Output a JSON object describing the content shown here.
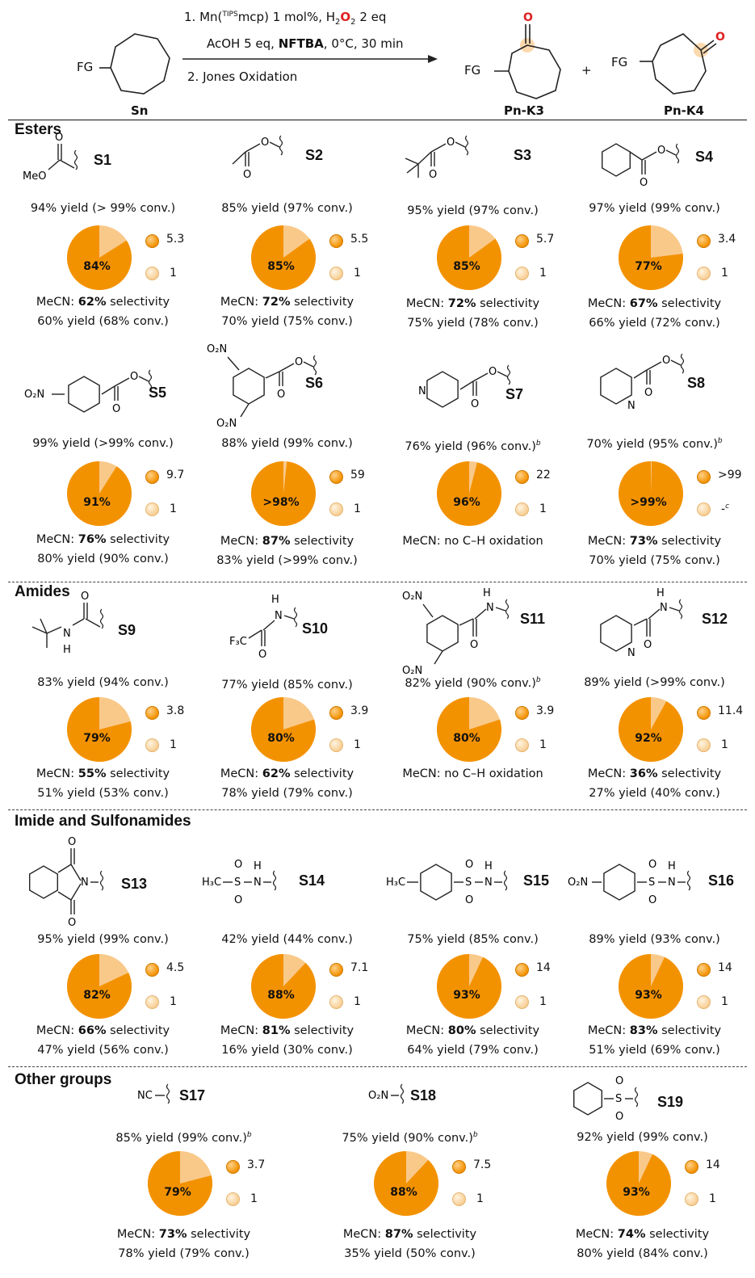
{
  "header": {
    "step1a": "1. Mn(",
    "step1_sup": "TIPS",
    "step1b": "mcp) 1 mol%, H",
    "step1_sub2": "2",
    "step1_O": "O",
    "step1_sub2b": "2",
    "step1c": " 2 eq",
    "step2a": "AcOH 5 eq, ",
    "step2_bold": "NFTBA",
    "step2b": ", 0°C, 30 min",
    "step3": "2. Jones Oxidation",
    "fg": "FG",
    "plus": "+",
    "substrate_label": "Sn",
    "product1_label": "Pn-K3",
    "product2_label": "Pn-K4",
    "ketone_O": "O"
  },
  "sections": [
    {
      "title": "Esters"
    },
    {
      "title": "Amides"
    },
    {
      "title": "Imide and Sulfonamides"
    },
    {
      "title": "Other groups"
    }
  ],
  "legend_colors": {
    "k3": "#f39200",
    "k4": "#f9c98a"
  },
  "compounds": [
    {
      "id": "S1",
      "top_yield": "94% yield (> 99% conv.)",
      "pct": "84%",
      "k3_fraction": 0.84,
      "ratio_k3": "5.3",
      "ratio_k4": "1",
      "mecn_prefix": "MeCN: ",
      "mecn_bold": "62%",
      "mecn_suffix": " selectivity",
      "mecn_yield": "60% yield (68% conv.)",
      "footnote": ""
    },
    {
      "id": "S2",
      "top_yield": "85% yield (97% conv.)",
      "pct": "85%",
      "k3_fraction": 0.85,
      "ratio_k3": "5.5",
      "ratio_k4": "1",
      "mecn_prefix": "MeCN: ",
      "mecn_bold": "72%",
      "mecn_suffix": " selectivity",
      "mecn_yield": "70% yield (75% conv.)",
      "footnote": ""
    },
    {
      "id": "S3",
      "top_yield": "95% yield (97% conv.)",
      "pct": "85%",
      "k3_fraction": 0.85,
      "ratio_k3": "5.7",
      "ratio_k4": "1",
      "mecn_prefix": "MeCN: ",
      "mecn_bold": "72%",
      "mecn_suffix": " selectivity",
      "mecn_yield": "75% yield (78% conv.)",
      "footnote": ""
    },
    {
      "id": "S4",
      "top_yield": "97% yield (99% conv.)",
      "pct": "77%",
      "k3_fraction": 0.77,
      "ratio_k3": "3.4",
      "ratio_k4": "1",
      "mecn_prefix": "MeCN: ",
      "mecn_bold": "67%",
      "mecn_suffix": " selectivity",
      "mecn_yield": "66% yield (72% conv.)",
      "footnote": ""
    },
    {
      "id": "S5",
      "top_yield": "99% yield (>99% conv.)",
      "pct": "91%",
      "k3_fraction": 0.91,
      "ratio_k3": "9.7",
      "ratio_k4": "1",
      "mecn_prefix": "MeCN: ",
      "mecn_bold": "76%",
      "mecn_suffix": " selectivity",
      "mecn_yield": "80% yield (90% conv.)",
      "footnote": ""
    },
    {
      "id": "S6",
      "top_yield": "88% yield (99% conv.)",
      "pct": ">98%",
      "k3_fraction": 0.983,
      "ratio_k3": "59",
      "ratio_k4": "1",
      "mecn_prefix": "MeCN: ",
      "mecn_bold": "87%",
      "mecn_suffix": " selectivity",
      "mecn_yield": "83% yield (>99% conv.)",
      "footnote": ""
    },
    {
      "id": "S7",
      "top_yield": "76% yield (96% conv.)",
      "pct": "96%",
      "k3_fraction": 0.96,
      "ratio_k3": "22",
      "ratio_k4": "1",
      "mecn_prefix": "MeCN: no C–H oxidation",
      "mecn_bold": "",
      "mecn_suffix": "",
      "mecn_yield": "",
      "footnote": "b"
    },
    {
      "id": "S8",
      "top_yield": "70% yield (95% conv.)",
      "pct": ">99%",
      "k3_fraction": 0.995,
      "ratio_k3": ">99",
      "ratio_k4": "-",
      "ratio_k4_sup": "c",
      "mecn_prefix": "MeCN: ",
      "mecn_bold": "73%",
      "mecn_suffix": " selectivity",
      "mecn_yield": "70% yield (75% conv.)",
      "footnote": "b"
    },
    {
      "id": "S9",
      "top_yield": "83% yield (94% conv.)",
      "pct": "79%",
      "k3_fraction": 0.79,
      "ratio_k3": "3.8",
      "ratio_k4": "1",
      "mecn_prefix": "MeCN: ",
      "mecn_bold": "55%",
      "mecn_suffix": " selectivity",
      "mecn_yield": "51% yield (53% conv.)",
      "footnote": ""
    },
    {
      "id": "S10",
      "top_yield": "77% yield (85% conv.)",
      "pct": "80%",
      "k3_fraction": 0.8,
      "ratio_k3": "3.9",
      "ratio_k4": "1",
      "mecn_prefix": "MeCN: ",
      "mecn_bold": "62%",
      "mecn_suffix": " selectivity",
      "mecn_yield": "78% yield (79% conv.)",
      "footnote": ""
    },
    {
      "id": "S11",
      "top_yield": "82% yield (90% conv.)",
      "pct": "80%",
      "k3_fraction": 0.8,
      "ratio_k3": "3.9",
      "ratio_k4": "1",
      "mecn_prefix": "MeCN: no C–H oxidation",
      "mecn_bold": "",
      "mecn_suffix": "",
      "mecn_yield": "",
      "footnote": "b"
    },
    {
      "id": "S12",
      "top_yield": "89% yield (>99% conv.)",
      "pct": "92%",
      "k3_fraction": 0.92,
      "ratio_k3": "11.4",
      "ratio_k4": "1",
      "mecn_prefix": "MeCN: ",
      "mecn_bold": "36%",
      "mecn_suffix": " selectivity",
      "mecn_yield": "27% yield (40% conv.)",
      "footnote": ""
    },
    {
      "id": "S13",
      "top_yield": "95% yield (99% conv.)",
      "pct": "82%",
      "k3_fraction": 0.82,
      "ratio_k3": "4.5",
      "ratio_k4": "1",
      "mecn_prefix": "MeCN: ",
      "mecn_bold": "66%",
      "mecn_suffix": " selectivity",
      "mecn_yield": "47% yield (56% conv.)",
      "footnote": ""
    },
    {
      "id": "S14",
      "top_yield": "42% yield (44% conv.)",
      "pct": "88%",
      "k3_fraction": 0.88,
      "ratio_k3": "7.1",
      "ratio_k4": "1",
      "mecn_prefix": "MeCN: ",
      "mecn_bold": "81%",
      "mecn_suffix": " selectivity",
      "mecn_yield": "16% yield (30% conv.)",
      "footnote": ""
    },
    {
      "id": "S15",
      "top_yield": "75% yield (85% conv.)",
      "pct": "93%",
      "k3_fraction": 0.93,
      "ratio_k3": "14",
      "ratio_k4": "1",
      "mecn_prefix": "MeCN: ",
      "mecn_bold": "80%",
      "mecn_suffix": " selectivity",
      "mecn_yield": "64% yield (79% conv.)",
      "footnote": ""
    },
    {
      "id": "S16",
      "top_yield": "89% yield (93% conv.)",
      "pct": "93%",
      "k3_fraction": 0.93,
      "ratio_k3": "14",
      "ratio_k4": "1",
      "mecn_prefix": "MeCN: ",
      "mecn_bold": "83%",
      "mecn_suffix": " selectivity",
      "mecn_yield": "51% yield (69% conv.)",
      "footnote": ""
    },
    {
      "id": "S17",
      "top_yield": "85% yield (99% conv.)",
      "pct": "79%",
      "k3_fraction": 0.79,
      "ratio_k3": "3.7",
      "ratio_k4": "1",
      "mecn_prefix": "MeCN: ",
      "mecn_bold": "73%",
      "mecn_suffix": " selectivity",
      "mecn_yield": "78% yield (79% conv.)",
      "footnote": "b"
    },
    {
      "id": "S18",
      "top_yield": "75% yield (90% conv.)",
      "pct": "88%",
      "k3_fraction": 0.88,
      "ratio_k3": "7.5",
      "ratio_k4": "1",
      "mecn_prefix": "MeCN: ",
      "mecn_bold": "87%",
      "mecn_suffix": " selectivity",
      "mecn_yield": "35% yield (50% conv.)",
      "footnote": "b"
    },
    {
      "id": "S19",
      "top_yield": "92% yield (99% conv.)",
      "pct": "93%",
      "k3_fraction": 0.93,
      "ratio_k3": "14",
      "ratio_k4": "1",
      "mecn_prefix": "MeCN: ",
      "mecn_bold": "74%",
      "mecn_suffix": " selectivity",
      "mecn_yield": "80% yield (84% conv.)",
      "footnote": ""
    }
  ],
  "struct_text": {
    "MeO": "MeO",
    "O": "O",
    "N": "N",
    "H": "H",
    "S": "S",
    "O2N": "O₂N",
    "F3C": "F₃C",
    "H3C": "H₃C",
    "NC": "NC"
  }
}
